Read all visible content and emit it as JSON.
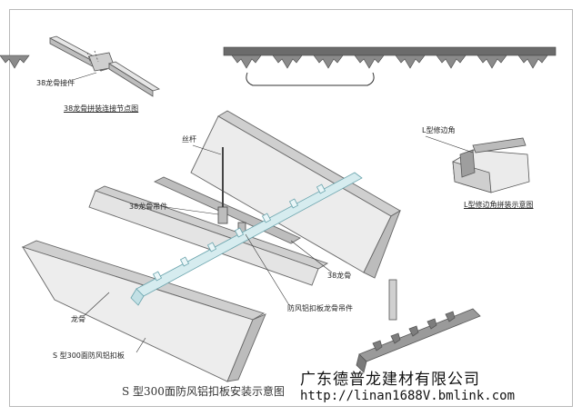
{
  "labels": {
    "connector": "38龙骨接件",
    "connector_caption": "38龙骨拼装连接节点图",
    "l_trim": "L型修边角",
    "l_trim_caption": "L型修边角拼装示意图",
    "hanger_rod": "丝杆",
    "hanger_38": "38龙骨吊件",
    "keel_38": "38龙骨",
    "wind_hanger": "防风铝扣板龙骨吊件",
    "keel": "龙骨",
    "panel": "S 型300面防风铝扣板"
  },
  "footer": {
    "title": "S 型300面防风铝扣板安装示意图",
    "company": "广东德普龙建材有限公司",
    "url": "http://linan1688V.bmlink.com"
  },
  "colors": {
    "outline": "#555555",
    "panel_fill": "#e9e9e9",
    "keel_fill": "#d6ecef",
    "metal_dark": "#6b6b6b"
  }
}
